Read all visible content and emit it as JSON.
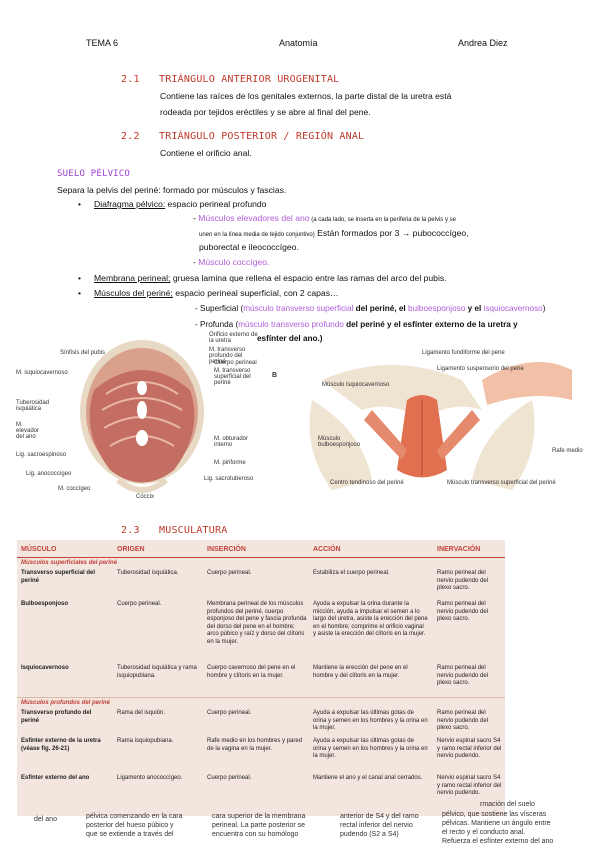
{
  "header": {
    "left": "TEMA 6",
    "center": "Anatomía",
    "right": "Andrea Diez"
  },
  "sec21": {
    "num": "2.1",
    "title": "TRIÁNGULO ANTERIOR UROGENITAL",
    "l1": "Contiene las raíces de los genitales externos, la parte distal de la uretra está",
    "l2": "rodeada por tejidos eréctiles y se abre al final del pene."
  },
  "sec22": {
    "num": "2.2",
    "title": "TRIÁNGULO POSTERIOR / REGIÓN ANAL",
    "l1": "Contiene el orificio anal."
  },
  "suelo": {
    "title": "SUELO PÉLVICO",
    "intro": "Separa la pelvis del periné: formado por músculos y fascias.",
    "b1_label": "Diafragma pélvico:",
    "b1_text": " espacio perineal profundo",
    "b1_s1_dash": "- ",
    "b1_s1_purple": "Músculos elevadores del ano",
    "b1_s1_small": " (a cada lado, se inserta en la periferia de la pelvis y se",
    "b1_s1_small2": "unen en la línea media de tejido conjuntivo)",
    "b1_s1_rest": " Están formados por 3 → pubococcígeo,",
    "b1_s1_l3": "puborectal e ileococcígeo.",
    "b1_s2_dash": "- ",
    "b1_s2_purple": "Músculo coccígeo.",
    "b2_label": "Membrana perineal;",
    "b2_text": " gruesa lamina que rellena el espacio entre las ramas del arco del pubis.",
    "b3_label": "Músculos del periné;",
    "b3_text": " espacio perineal superficial, con 2 capas…",
    "b3_s1_a": "- Superficial (",
    "b3_s1_p1": "músculo transverso superficial",
    "b3_s1_b": " del periné",
    "b3_s1_c": ", el ",
    "b3_s1_p2": "bulboesponjoso",
    "b3_s1_d": " y el ",
    "b3_s1_p3": "isquiocavernoso",
    "b3_s1_e": ")",
    "b3_s2_a": "- Profunda (",
    "b3_s2_p1": "músculo transverso profundo",
    "b3_s2_b": " del periné",
    "b3_s2_c": " y el esfínter externo de la uretra y",
    "b3_s2_l2": "esfínter del ano.)"
  },
  "fig1": {
    "labels": [
      "Orificio externo de la uretra",
      "Sínfisis del pubis",
      "M. transverso profundo del periné",
      "Cuerpo perineal",
      "M. transverso superficial del periné",
      "M. isquiocavernoso",
      "Tuberosidad isquiática",
      "M. elevador del ano",
      "Lig. sacroespinoso",
      "M. obturador interno",
      "M. piriforme",
      "Lig. anococcígeo",
      "M. coccígeo",
      "Lig. sacrotuberoso",
      "Cóccix"
    ]
  },
  "fig2": {
    "letter": "B",
    "labels": [
      "Ligamento fundiforme del pene",
      "Ligamento suspensorio del pene",
      "Músculo isquiocavernoso",
      "Músculo bulboesponjoso",
      "Rafe medio",
      "Centro tendinoso del periné",
      "Músculo transverso superficial del periné"
    ]
  },
  "sec23": {
    "num": "2.3",
    "title": "MUSCULATURA"
  },
  "table": {
    "headers": [
      "MÚSCULO",
      "ORIGEN",
      "INSERCIÓN",
      "ACCIÓN",
      "INERVACIÓN"
    ],
    "sub1": "Músculos superficiales del periné",
    "sub2": "Músculos profundos del periné",
    "rows1": [
      [
        "Transverso superficial del periné",
        "Tuberosidad isquiática.",
        "Cuerpo perineal.",
        "Estabiliza el cuerpo perineal.",
        "Ramo perineal del nervio pudendo del plexo sacro."
      ],
      [
        "Bulboesponjoso",
        "Cuerpo perineal.",
        "Membrana perineal de los músculos profundos del periné, cuerpo esponjoso del pene y fascia profunda del dorso del pene en el hombre; arco púbico y raíz y dorso del clítoris en la mujer.",
        "Ayuda a expulsar la orina durante la micción, ayuda a impulsar el semen a lo largo del uretra, asiste la erección del pene en el hombre; comprime el orificio vaginal y asiste la erección del clítoris en la mujer.",
        "Ramo perineal del nervio pudendo del plexo sacro."
      ],
      [
        "Isquiocavernoso",
        "Tuberosidad isquiática y rama isquiopubiana.",
        "Cuerpo cavernoso del pene en el hombre y clítoris en la mujer.",
        "Mantiene la erección del pene en el hombre y del clítoris en la mujer.",
        "Ramo perineal del nervio pudendo del plexo sacro."
      ]
    ],
    "rows2": [
      [
        "Transverso profundo del periné",
        "Rama del isquión.",
        "Cuerpo perineal.",
        "Ayuda a expulsar las últimas gotas de orina y semen en los hombres y la orina en la mujer.",
        "Ramo perineal del nervio pudendo del plexo sacro."
      ],
      [
        "Esfínter externo de la uretra (véase fig. 26-21)",
        "Rama isquiopubiana.",
        "Rafe medio en los hombres y pared de la vagina en la mujer.",
        "Ayuda a expulsar las últimas gotas de orina y semen en los hombres y la orina en la mujer.",
        "Nervio espinal sacro S4 y ramo rectal inferior del nervio pudendo."
      ],
      [
        "Esfínter externo del ano",
        "Ligamento anococcígeo.",
        "Cuerpo perineal.",
        "Mantiene el ano y el canal anal cerrados.",
        "Nervio espinal sacro S4 y ramo rectal inferior del nervio pudendo."
      ]
    ]
  },
  "bottom": {
    "c1": "del ano",
    "c2": [
      "pélvica comenzando en la cara",
      "posterior del hueso púbico y",
      "que se extiende a través del"
    ],
    "c3": [
      "cara superior de la membrana",
      "perineal. La parte posterior se",
      "encuentra con su homólogo"
    ],
    "c4": [
      "anterior de S4 y del ramo",
      "rectal inferior del nervio",
      "pudendo (S2 a S4)"
    ],
    "c5": [
      "rmación del suelo",
      "pélvico, que sostiene las vísceras",
      "pélvicas. Mantiene un ángulo entre",
      "el recto y el conducto anal.",
      "Refuerza el esfínter externo del ano"
    ]
  }
}
